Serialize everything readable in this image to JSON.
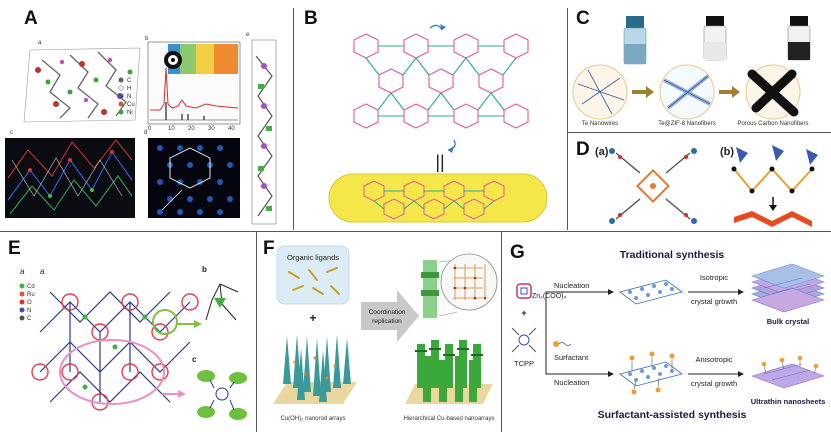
{
  "panels": {
    "A": {
      "label": "A",
      "sub_labels": [
        "a",
        "b",
        "c",
        "d",
        "e"
      ],
      "legend": [
        "C",
        "H",
        "N",
        "Cu",
        "Ni"
      ],
      "legend_colors": [
        "#606060",
        "#e8e8e8",
        "#3050d0",
        "#c06040",
        "#40a040"
      ]
    },
    "B": {
      "label": "B",
      "equal_sign": "||"
    },
    "C": {
      "label": "C",
      "captions": [
        "Te Nanowires",
        "Te@ZIF-8 Nanofibers",
        "Porous Carbon Nanofibers"
      ]
    },
    "D": {
      "label": "D",
      "sub_a": "(a)",
      "sub_b": "(b)"
    },
    "E": {
      "label": "E",
      "sub_a": "a",
      "sub_b": "b",
      "sub_c": "c",
      "legend": [
        "Cd",
        "Ru",
        "O",
        "N",
        "C"
      ],
      "legend_colors": [
        "#40b040",
        "#e05050",
        "#e03030",
        "#3050d0",
        "#505050"
      ]
    },
    "F": {
      "label": "F",
      "ligands": "Organic ligands",
      "plus": "+",
      "arrow_line1": "Coordination",
      "arrow_line2": "replication",
      "caption_left": "Cu(OH)₂ nanorod arrays",
      "caption_right": "Hierarchical Cu-based nanoarrays"
    },
    "G": {
      "label": "G",
      "traditional": "Traditional synthesis",
      "nucleation1": "Nucleation",
      "isotropic1": "Isotropic",
      "isotropic2": "crystal growth",
      "bulk": "Bulk crystal",
      "zn": "Zn₂(COO)₄",
      "plus": "+",
      "tcpp": "TCPP",
      "surfactant": "Surfactant",
      "nucleation2": "Nucleation",
      "anisotropic1": "Anisotropic",
      "anisotropic2": "crystal growth",
      "ultrathin": "Ultrathin nanosheets",
      "assisted": "Surfactant-assisted synthesis"
    }
  }
}
